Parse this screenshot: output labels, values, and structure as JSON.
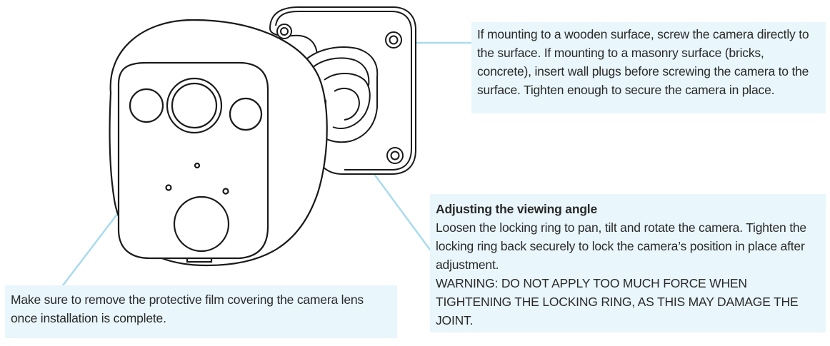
{
  "colors": {
    "callout_background": "#e9f6fb",
    "leader_line": "#a9dbee",
    "outline": "#1a1a1a"
  },
  "icons": {
    "camera": "security-camera-illustration",
    "wall_mount": "wall-mount-bracket-with-screws"
  },
  "callouts": {
    "mounting": {
      "text": "If mounting to a wooden surface, screw the camera directly to the surface. If mounting to a masonry surface (bricks, concrete), insert wall plugs before screwing the camera to the surface. Tighten enough to secure the camera in place."
    },
    "viewing_angle": {
      "heading": "Adjusting the viewing angle",
      "body": "Loosen the locking ring to pan, tilt and rotate the camera. Tighten the locking ring back securely to lock the camera’s position in place after adjustment.",
      "warning": "WARNING: DO NOT APPLY TOO MUCH FORCE WHEN TIGHTENING THE LOCKING RING, AS THIS MAY DAMAGE THE JOINT."
    },
    "lens_film": {
      "text": "Make sure to remove the protective film covering the camera lens once installation is complete."
    }
  }
}
